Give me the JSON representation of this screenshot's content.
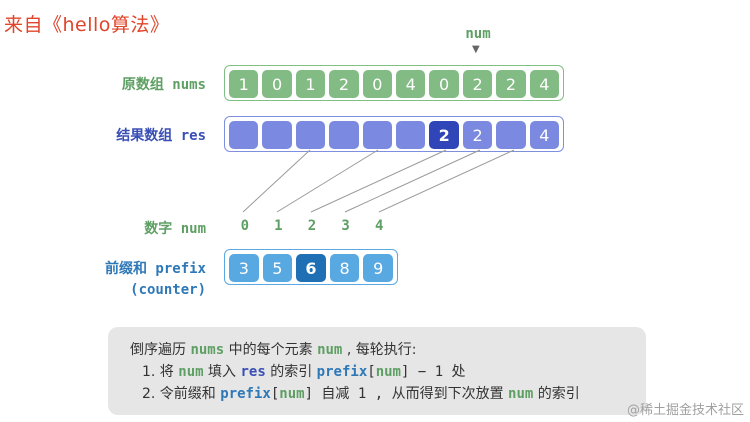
{
  "source_label": "来自《hello算法》",
  "pointer": {
    "label": "num",
    "arrow": "▼"
  },
  "labels": {
    "nums": "原数组 nums",
    "res": "结果数组 res",
    "digit": "数字 num",
    "prefix_line1": "前缀和 prefix",
    "prefix_line2": "(counter)"
  },
  "nums": [
    "1",
    "0",
    "1",
    "2",
    "0",
    "4",
    "0",
    "2",
    "2",
    "4"
  ],
  "res": [
    "",
    "",
    "",
    "",
    "",
    "",
    "2",
    "2",
    "",
    "4"
  ],
  "res_highlight_index": 6,
  "digits": [
    "0",
    "1",
    "2",
    "3",
    "4"
  ],
  "prefix": [
    "3",
    "5",
    "6",
    "8",
    "9"
  ],
  "prefix_highlight_index": 2,
  "note": {
    "line1": {
      "a": "倒序遍历",
      "b": "nums",
      "c": "中的每个元素",
      "d": "num",
      "e": ", 每轮执行:"
    },
    "line2": {
      "a": "1. 将",
      "b": "num",
      "c": "填入",
      "d": "res",
      "e": "的索引",
      "f": "prefix",
      "g": "[",
      "h": "num",
      "i": "] − 1 处"
    },
    "line3": {
      "a": "2. 令前缀和",
      "b": "prefix",
      "c": "[",
      "d": "num",
      "e": "] 自减 1 , 从而得到下次放置",
      "f": "num",
      "g": "的索引"
    }
  },
  "watermark": "@稀土掘金技术社区",
  "colors": {
    "green": "#82bb84",
    "blue": "#7b8ae0",
    "dark_blue": "#2f45b8",
    "sky": "#58a8e2",
    "red_title": "#e0442a"
  }
}
